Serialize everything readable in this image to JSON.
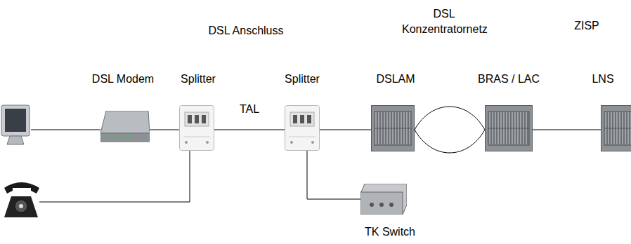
{
  "diagram": {
    "nodes": [
      {
        "text": [
          "DSL Modem"
        ]
      },
      {
        "text": [
          "Splitter"
        ]
      },
      {
        "text": [
          "Splitter"
        ]
      },
      {
        "text": [
          "DSLAM"
        ]
      },
      {
        "text": [
          "BRAS / LAC"
        ]
      },
      {
        "text": [
          "LNS"
        ]
      },
      {
        "text": [
          "TK Switch"
        ]
      }
    ],
    "edges": [
      {
        "from": 0,
        "to": 1,
        "arrow": "none"
      },
      {
        "from": 1,
        "to": 2,
        "label": "TAL",
        "arrow": "none"
      },
      {
        "from": 2,
        "to": 3,
        "arrow": "none"
      },
      {
        "from": 3,
        "to": 4,
        "arrow": "none"
      },
      {
        "from": 3,
        "to": 4,
        "arrow": "none"
      },
      {
        "from": 4,
        "to": 5,
        "arrow": "none"
      },
      {
        "from": 2,
        "to": 6,
        "arrow": "none"
      }
    ],
    "labels": [
      "DSL Anschluss",
      "DSL Konzentratornetz",
      "ZISP"
    ]
  }
}
